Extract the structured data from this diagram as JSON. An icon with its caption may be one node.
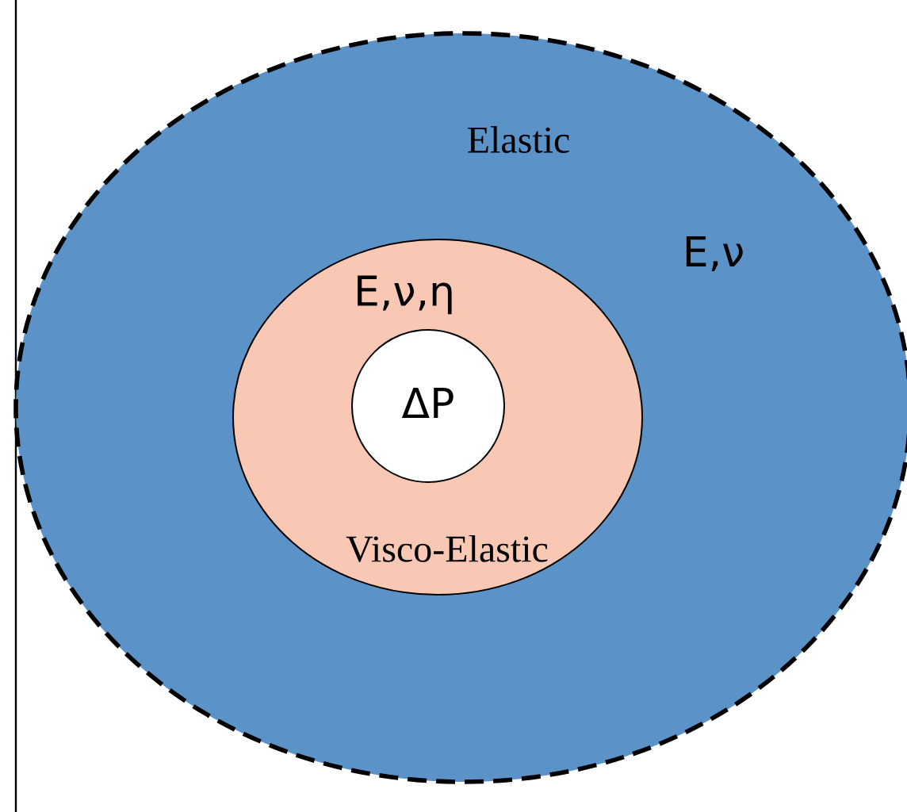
{
  "diagram": {
    "nodes": [
      {
        "text": [
          "Elastic",
          "E,ν"
        ]
      },
      {
        "text": [
          "E,ν,η",
          "Visco-Elastic"
        ],
        "in": 0
      },
      {
        "text": [
          "ΔP"
        ],
        "in": 1
      }
    ]
  }
}
